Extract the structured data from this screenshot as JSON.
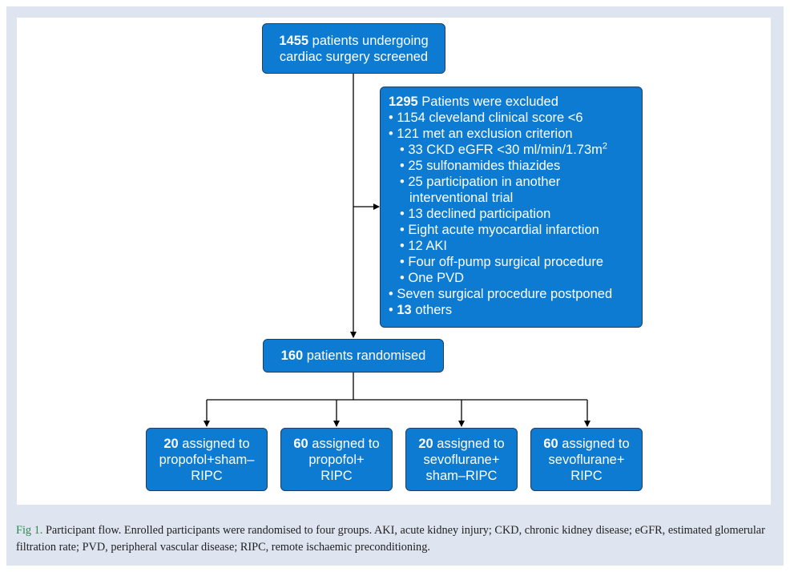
{
  "screening": {
    "count": "1455",
    "line1_rest": " patients undergoing",
    "line2": "cardiac surgery screened"
  },
  "excluded": {
    "count": "1295",
    "title_rest": " Patients were excluded",
    "lines": [
      "• 1154 cleveland clinical score <6",
      "• 121 met an exclusion criterion",
      "• 33 CKD eGFR <30 ml/min/1.73m",
      "• 25 sulfonamides thiazides",
      "• 25 participation in another",
      "interventional trial",
      "• 13 declined participation",
      "• Eight acute myocardial infarction",
      "• 12 AKI",
      "• Four off-pump surgical procedure",
      "• One PVD",
      "• Seven surgical procedure postponed"
    ],
    "superscript": "2",
    "last_bullet": "• ",
    "last_count": "13",
    "last_rest": " others"
  },
  "randomised": {
    "count": "160",
    "rest": " patients randomised"
  },
  "groups": [
    {
      "count": "20",
      "line1_rest": " assigned to",
      "line2": "propofol+sham–",
      "line3": "RIPC"
    },
    {
      "count": "60",
      "line1_rest": " assigned to",
      "line2": "propofol+",
      "line3": "RIPC"
    },
    {
      "count": "20",
      "line1_rest": " assigned to",
      "line2": "sevoflurane+",
      "line3": "sham–RIPC"
    },
    {
      "count": "60",
      "line1_rest": " assigned to",
      "line2": "sevoflurane+",
      "line3": "RIPC"
    }
  ],
  "caption": {
    "label": "Fig 1.",
    "text": " Participant flow. Enrolled participants were randomised to four groups. AKI, acute kidney injury; CKD, chronic kidney disease; eGFR, estimated glomerular filtration rate; PVD, peripheral vascular disease; RIPC, remote ischaemic preconditioning."
  },
  "colors": {
    "box_fill": "#0c7bd1",
    "box_border": "#1f3f62",
    "frame": "#dfe4f1",
    "caption_label": "#2c8a4d"
  }
}
